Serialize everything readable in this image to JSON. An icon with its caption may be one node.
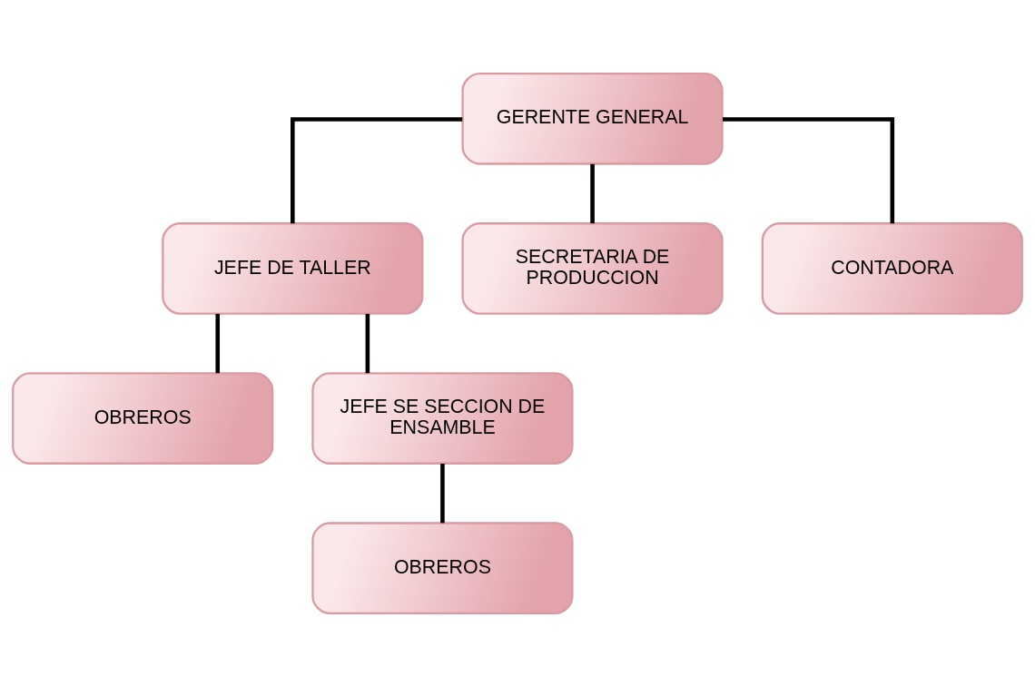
{
  "diagram": {
    "nodes": [
      {
        "text": [
          "GERENTE GENERAL"
        ]
      },
      {
        "text": [
          "JEFE DE TALLER"
        ]
      },
      {
        "text": [
          "SECRETARIA DE PRODUCCION"
        ]
      },
      {
        "text": [
          "CONTADORA"
        ]
      },
      {
        "text": [
          "OBREROS"
        ]
      },
      {
        "text": [
          "JEFE SE SECCION DE ENSAMBLE"
        ]
      },
      {
        "text": [
          "OBREROS"
        ]
      }
    ],
    "edges": [
      {
        "from": 0,
        "to": 1,
        "arrow": "none"
      },
      {
        "from": 0,
        "to": 2,
        "arrow": "none"
      },
      {
        "from": 0,
        "to": 3,
        "arrow": "none"
      },
      {
        "from": 1,
        "to": 4,
        "arrow": "none"
      },
      {
        "from": 1,
        "to": 5,
        "arrow": "none"
      },
      {
        "from": 5,
        "to": 6,
        "arrow": "none"
      }
    ]
  }
}
